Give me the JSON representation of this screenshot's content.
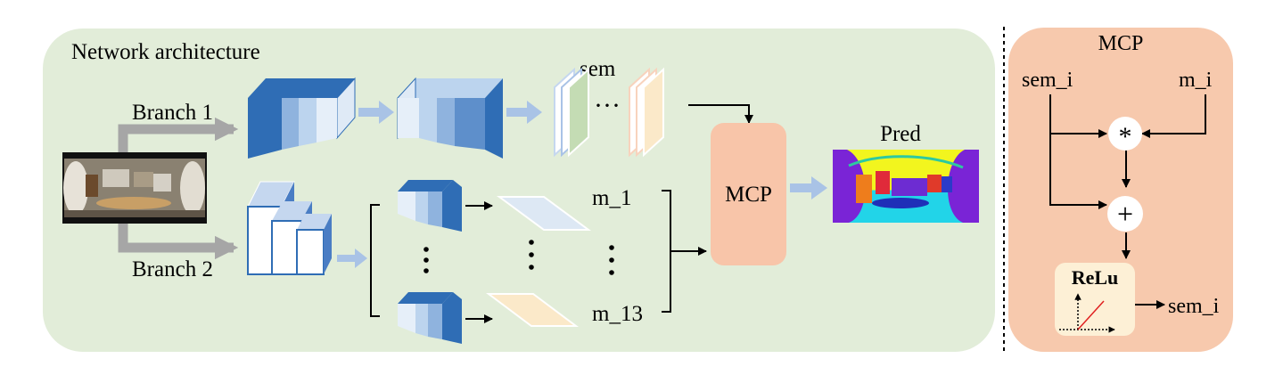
{
  "network": {
    "title": "Network architecture",
    "branch1": "Branch 1",
    "branch2": "Branch 2",
    "sem": "sem",
    "ellipsis": "···",
    "m_first": "m_1",
    "m_last": "m_13",
    "mcp": "MCP",
    "pred": "Pred"
  },
  "mcp_panel": {
    "title": "MCP",
    "sem_in": "sem_i",
    "m_in": "m_i",
    "multiply_symbol": "*",
    "add_symbol": "+",
    "relu": "ReLu",
    "sem_out": "sem_i"
  },
  "colors": {
    "network_bg": "#e2edd9",
    "mcp_bg": "#f7c9ad",
    "mcp_block": "#f8c5a9",
    "encoder_dark": "#2f6db5",
    "encoder_light": "#bcd4ee",
    "arrow_gray": "#a6a6a6",
    "arrow_blue": "#a9c3e6"
  }
}
